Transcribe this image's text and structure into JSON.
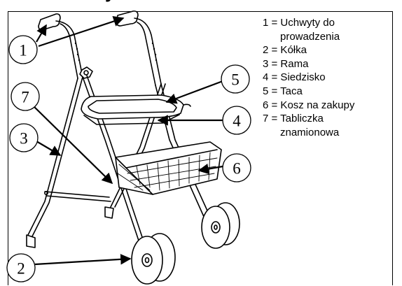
{
  "title_fragment": "y",
  "legend": [
    {
      "num": "1",
      "line1": "1 = Uchwyty do",
      "line2": "prowadzenia"
    },
    {
      "num": "2",
      "line1": "2 = Kółka"
    },
    {
      "num": "3",
      "line1": "3 = Rama"
    },
    {
      "num": "4",
      "line1": "4 = Siedzisko"
    },
    {
      "num": "5",
      "line1": "5 = Taca"
    },
    {
      "num": "6",
      "line1": "6 = Kosz na zakupy"
    },
    {
      "num": "7",
      "line1": "7 = Tabliczka",
      "line2": "znamionowa"
    }
  ],
  "callouts": [
    "1",
    "2",
    "3",
    "4",
    "5",
    "6",
    "7"
  ]
}
